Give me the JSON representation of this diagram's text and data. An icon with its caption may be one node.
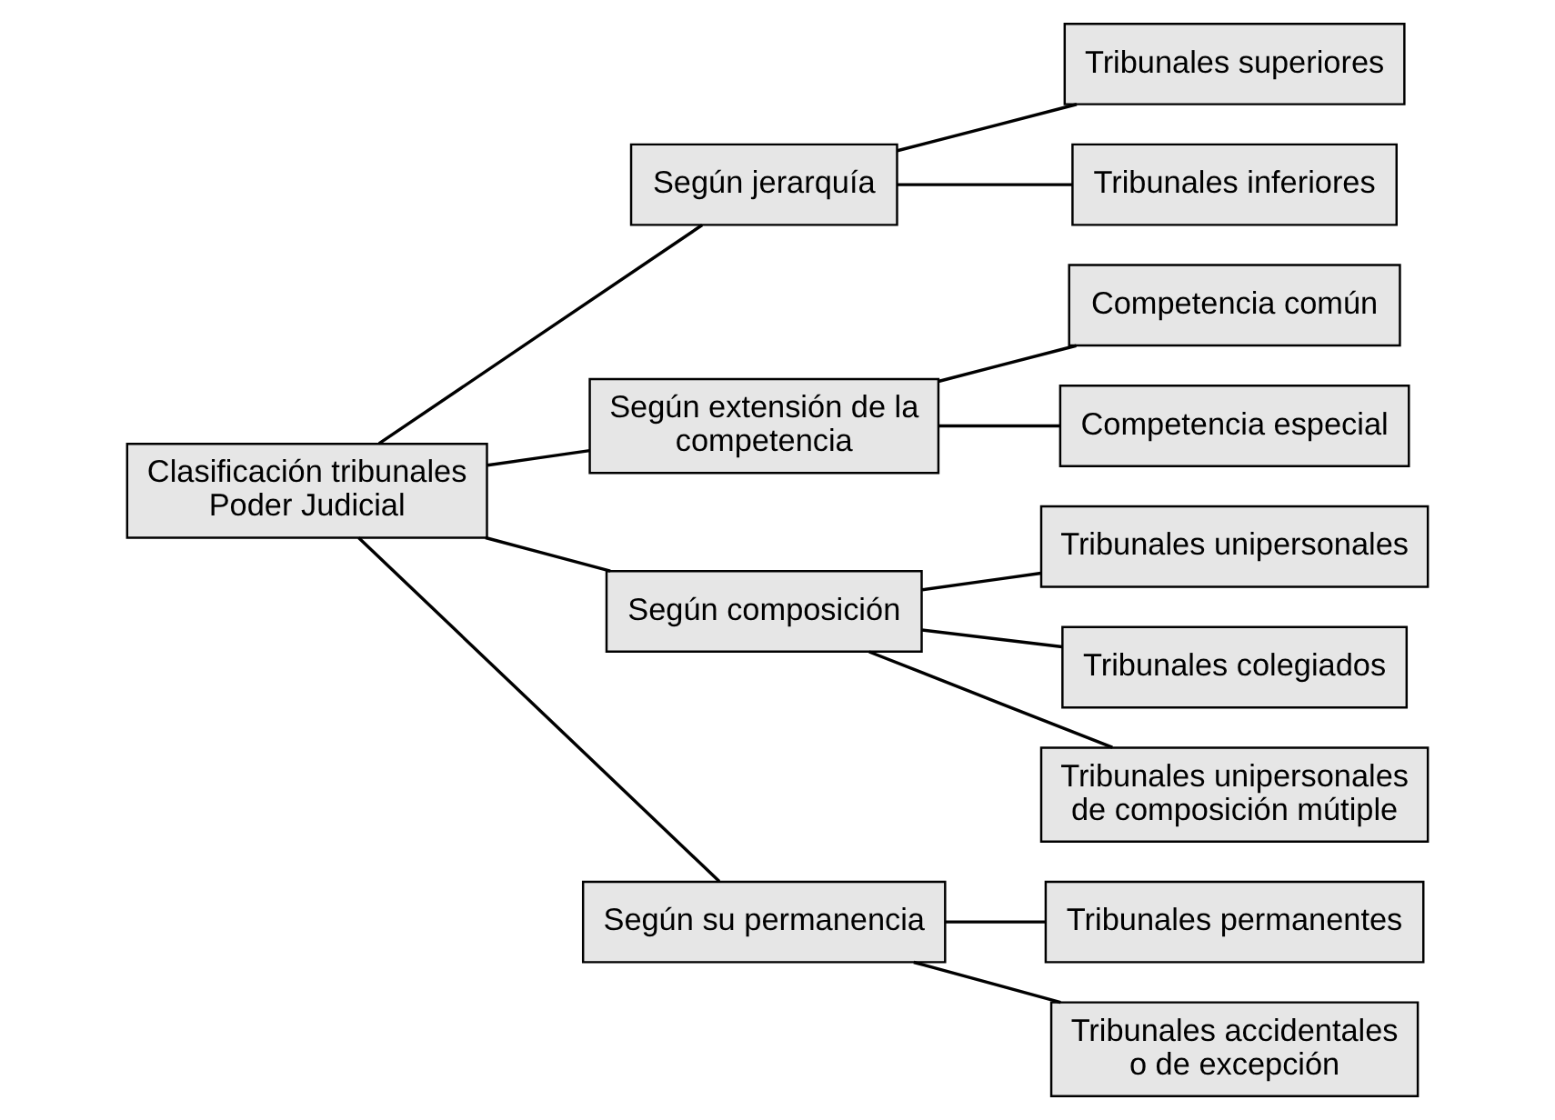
{
  "diagram": {
    "nodes": [
      {
        "text": [
          "Clasificación tribunales Poder Judicial"
        ]
      },
      {
        "text": [
          "Según jerarquía"
        ]
      },
      {
        "text": [
          "Tribunales superiores"
        ]
      },
      {
        "text": [
          "Tribunales inferiores"
        ]
      },
      {
        "text": [
          "Según extensión de la competencia"
        ]
      },
      {
        "text": [
          "Competencia común"
        ]
      },
      {
        "text": [
          "Competencia especial"
        ]
      },
      {
        "text": [
          "Según composición"
        ]
      },
      {
        "text": [
          "Tribunales unipersonales"
        ]
      },
      {
        "text": [
          "Tribunales colegiados"
        ]
      },
      {
        "text": [
          "Tribunales unipersonales de composición mútiple"
        ]
      },
      {
        "text": [
          "Según su permanencia"
        ]
      },
      {
        "text": [
          "Tribunales permanentes"
        ]
      },
      {
        "text": [
          "Tribunales accidentales o de excepción"
        ]
      }
    ],
    "edges": [
      {
        "from": 0,
        "to": 1,
        "arrow": "none"
      },
      {
        "from": 0,
        "to": 4,
        "arrow": "none"
      },
      {
        "from": 0,
        "to": 7,
        "arrow": "none"
      },
      {
        "from": 0,
        "to": 11,
        "arrow": "none"
      },
      {
        "from": 1,
        "to": 2,
        "arrow": "none"
      },
      {
        "from": 1,
        "to": 3,
        "arrow": "none"
      },
      {
        "from": 4,
        "to": 5,
        "arrow": "none"
      },
      {
        "from": 4,
        "to": 6,
        "arrow": "none"
      },
      {
        "from": 7,
        "to": 8,
        "arrow": "none"
      },
      {
        "from": 7,
        "to": 9,
        "arrow": "none"
      },
      {
        "from": 7,
        "to": 10,
        "arrow": "none"
      },
      {
        "from": 11,
        "to": 12,
        "arrow": "none"
      },
      {
        "from": 11,
        "to": 13,
        "arrow": "none"
      }
    ]
  }
}
